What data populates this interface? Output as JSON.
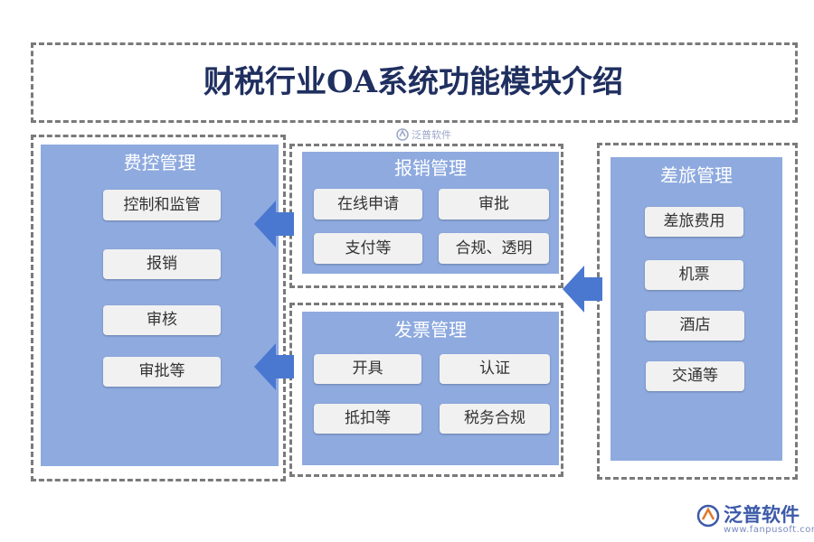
{
  "title": "财税行业OA系统功能模块介绍",
  "watermark": "泛普软件",
  "brand": {
    "name": "泛普软件",
    "url": "www.fanpusoft.com"
  },
  "modules": {
    "expense_control": {
      "title": "费控管理",
      "items": [
        "控制和监管",
        "报销",
        "审核",
        "审批等"
      ]
    },
    "reimbursement": {
      "title": "报销管理",
      "items": [
        "在线申请",
        "审批",
        "支付等",
        "合规、透明"
      ]
    },
    "invoice": {
      "title": "发票管理",
      "items": [
        "开具",
        "认证",
        "抵扣等",
        "税务合规"
      ]
    },
    "travel": {
      "title": "差旅管理",
      "items": [
        "差旅费用",
        "机票",
        "酒店",
        "交通等"
      ]
    }
  },
  "colors": {
    "panel": "#8eaadf",
    "arrow": "#4a78d0",
    "title_text": "#1f2f5f",
    "dash_border": "#7a7a7a"
  }
}
